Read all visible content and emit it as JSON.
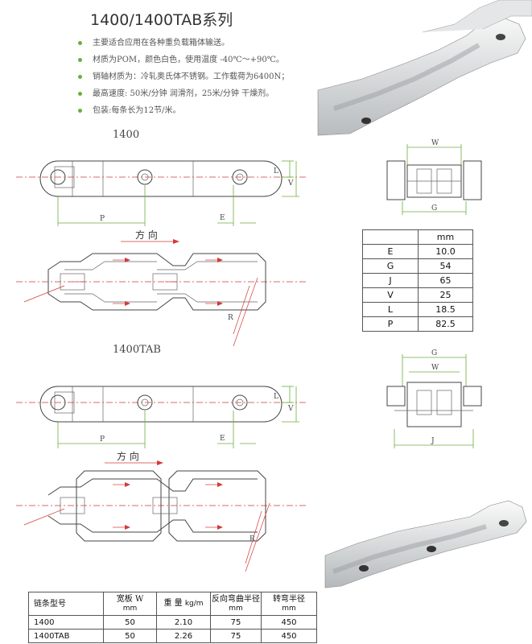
{
  "title": "1400/1400TAB系列",
  "bullets": [
    "主要适合应用在各种重负载箱体输送。",
    "材质为POM，颜色白色，使用温度 -40℃～+90℃。",
    "销轴材质为：冷轧奥氏体不锈钢。工作载荷为6400N；",
    "最高速度: 50米/分钟 润滑剂，25米/分钟 干燥剂。",
    "包装:每条长为12节/米。"
  ],
  "section1_label": "1400",
  "section2_label": "1400TAB",
  "direction_label": "方 向",
  "dims": {
    "P": "P",
    "E": "E",
    "L": "L",
    "V": "V",
    "W": "W",
    "G": "G",
    "J": "J",
    "R": "R"
  },
  "spec_table": {
    "unit": "mm",
    "rows": [
      {
        "key": "E",
        "value": "10.0"
      },
      {
        "key": "G",
        "value": "54"
      },
      {
        "key": "J",
        "value": "65"
      },
      {
        "key": "V",
        "value": "25"
      },
      {
        "key": "L",
        "value": "18.5"
      },
      {
        "key": "P",
        "value": "82.5"
      }
    ]
  },
  "chain_table": {
    "headers": {
      "model": "链条型号",
      "width": "宽板 W",
      "width_unit": "mm",
      "weight": "重 量",
      "weight_unit": "kg/m",
      "back_radius": "反向弯曲半径",
      "back_radius_unit": "mm",
      "turn_radius": "转弯半径",
      "turn_radius_unit": "mm"
    },
    "rows": [
      {
        "model": "1400",
        "width": "50",
        "weight": "2.10",
        "back_radius": "75",
        "turn_radius": "450"
      },
      {
        "model": "1400TAB",
        "width": "50",
        "weight": "2.26",
        "back_radius": "75",
        "turn_radius": "450"
      }
    ]
  },
  "colors": {
    "accent": "#6cae3c",
    "red_lines": "#d23a3a"
  }
}
